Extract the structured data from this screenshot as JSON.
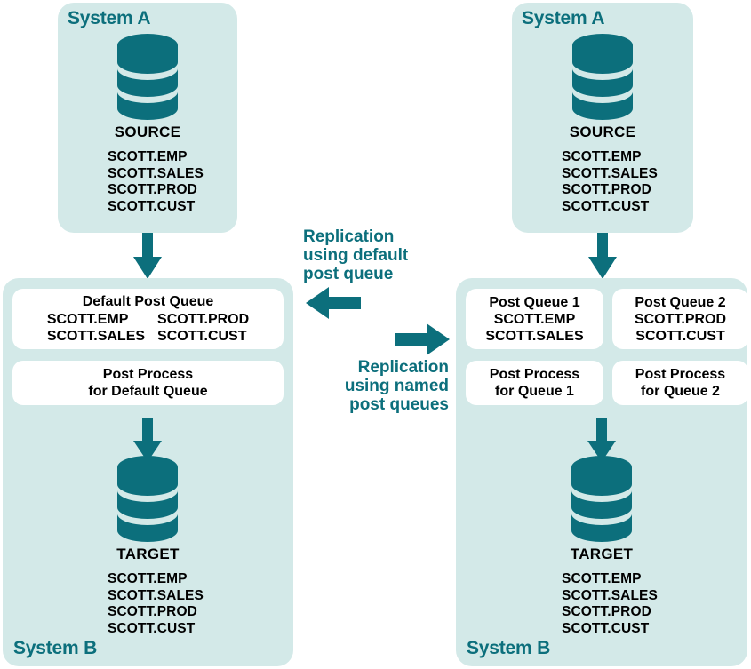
{
  "diagram": {
    "colors": {
      "panel_background": "#d3e9e8",
      "accent_teal": "#0c6f7c",
      "box_background": "#ffffff",
      "text": "#000000"
    }
  },
  "left_scenario": {
    "source_panel": {
      "title": "System A",
      "db_caption": "SOURCE",
      "tables": [
        "SCOTT.EMP",
        "SCOTT.SALES",
        "SCOTT.PROD",
        "SCOTT.CUST"
      ]
    },
    "target_panel": {
      "title": "System B",
      "db_caption": "TARGET",
      "tables": [
        "SCOTT.EMP",
        "SCOTT.SALES",
        "SCOTT.PROD",
        "SCOTT.CUST"
      ],
      "queue_box": {
        "title": "Default Post Queue",
        "column_left": [
          "SCOTT.EMP",
          "SCOTT.SALES"
        ],
        "column_right": [
          "SCOTT.PROD",
          "SCOTT.CUST"
        ]
      },
      "process_box": {
        "line1": "Post Process",
        "line2": "for Default Queue"
      }
    }
  },
  "right_scenario": {
    "source_panel": {
      "title": "System A",
      "db_caption": "SOURCE",
      "tables": [
        "SCOTT.EMP",
        "SCOTT.SALES",
        "SCOTT.PROD",
        "SCOTT.CUST"
      ]
    },
    "target_panel": {
      "title": "System B",
      "db_caption": "TARGET",
      "tables": [
        "SCOTT.EMP",
        "SCOTT.SALES",
        "SCOTT.PROD",
        "SCOTT.CUST"
      ],
      "queue_box_1": {
        "title": "Post Queue 1",
        "tables": [
          "SCOTT.EMP",
          "SCOTT.SALES"
        ]
      },
      "queue_box_2": {
        "title": "Post Queue 2",
        "tables": [
          "SCOTT.PROD",
          "SCOTT.CUST"
        ]
      },
      "process_box_1": {
        "line1": "Post Process",
        "line2": "for Queue 1"
      },
      "process_box_2": {
        "line1": "Post Process",
        "line2": "for Queue 2"
      }
    }
  },
  "center": {
    "default_label": {
      "line1": "Replication",
      "line2": "using default",
      "line3": "post queue"
    },
    "named_label": {
      "line1": "Replication",
      "line2": "using named",
      "line3": "post queues"
    }
  }
}
